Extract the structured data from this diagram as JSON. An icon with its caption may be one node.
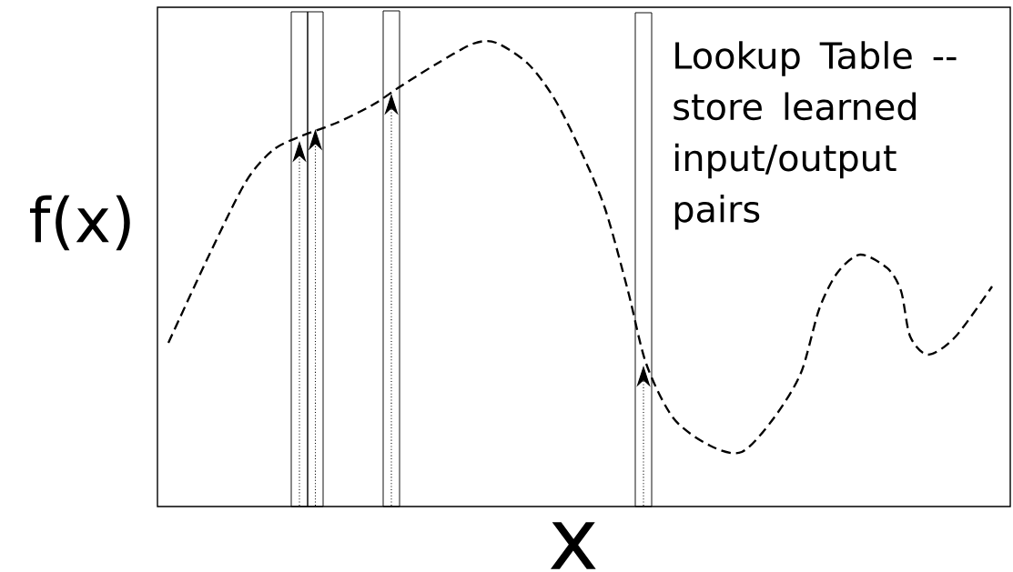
{
  "diagram": {
    "nodes": [
      {
        "text": [],
        "shape": "bar"
      },
      {
        "text": [],
        "shape": "bar"
      },
      {
        "text": [],
        "shape": "bar"
      },
      {
        "text": [],
        "shape": "bar"
      }
    ],
    "labels": [
      "f(x)",
      "x",
      "Lookup Table -- store learned input/output pairs"
    ]
  }
}
